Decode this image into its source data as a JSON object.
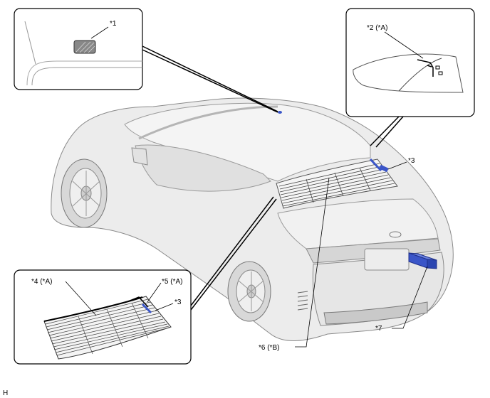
{
  "figure_id": "H",
  "callouts": {
    "c1": "*1",
    "c2": "*2 (*A)",
    "c3_top": "*3",
    "c3_inset": "*3",
    "c4": "*4 (*A)",
    "c5": "*5 (*A)",
    "c6": "*6 (*B)",
    "c7": "*7"
  },
  "colors": {
    "outline": "#000000",
    "car_body": "#e9e9e9",
    "car_shadow": "#cfcfcf",
    "highlight_part": "#3a55c8",
    "inset_border": "#000000"
  }
}
